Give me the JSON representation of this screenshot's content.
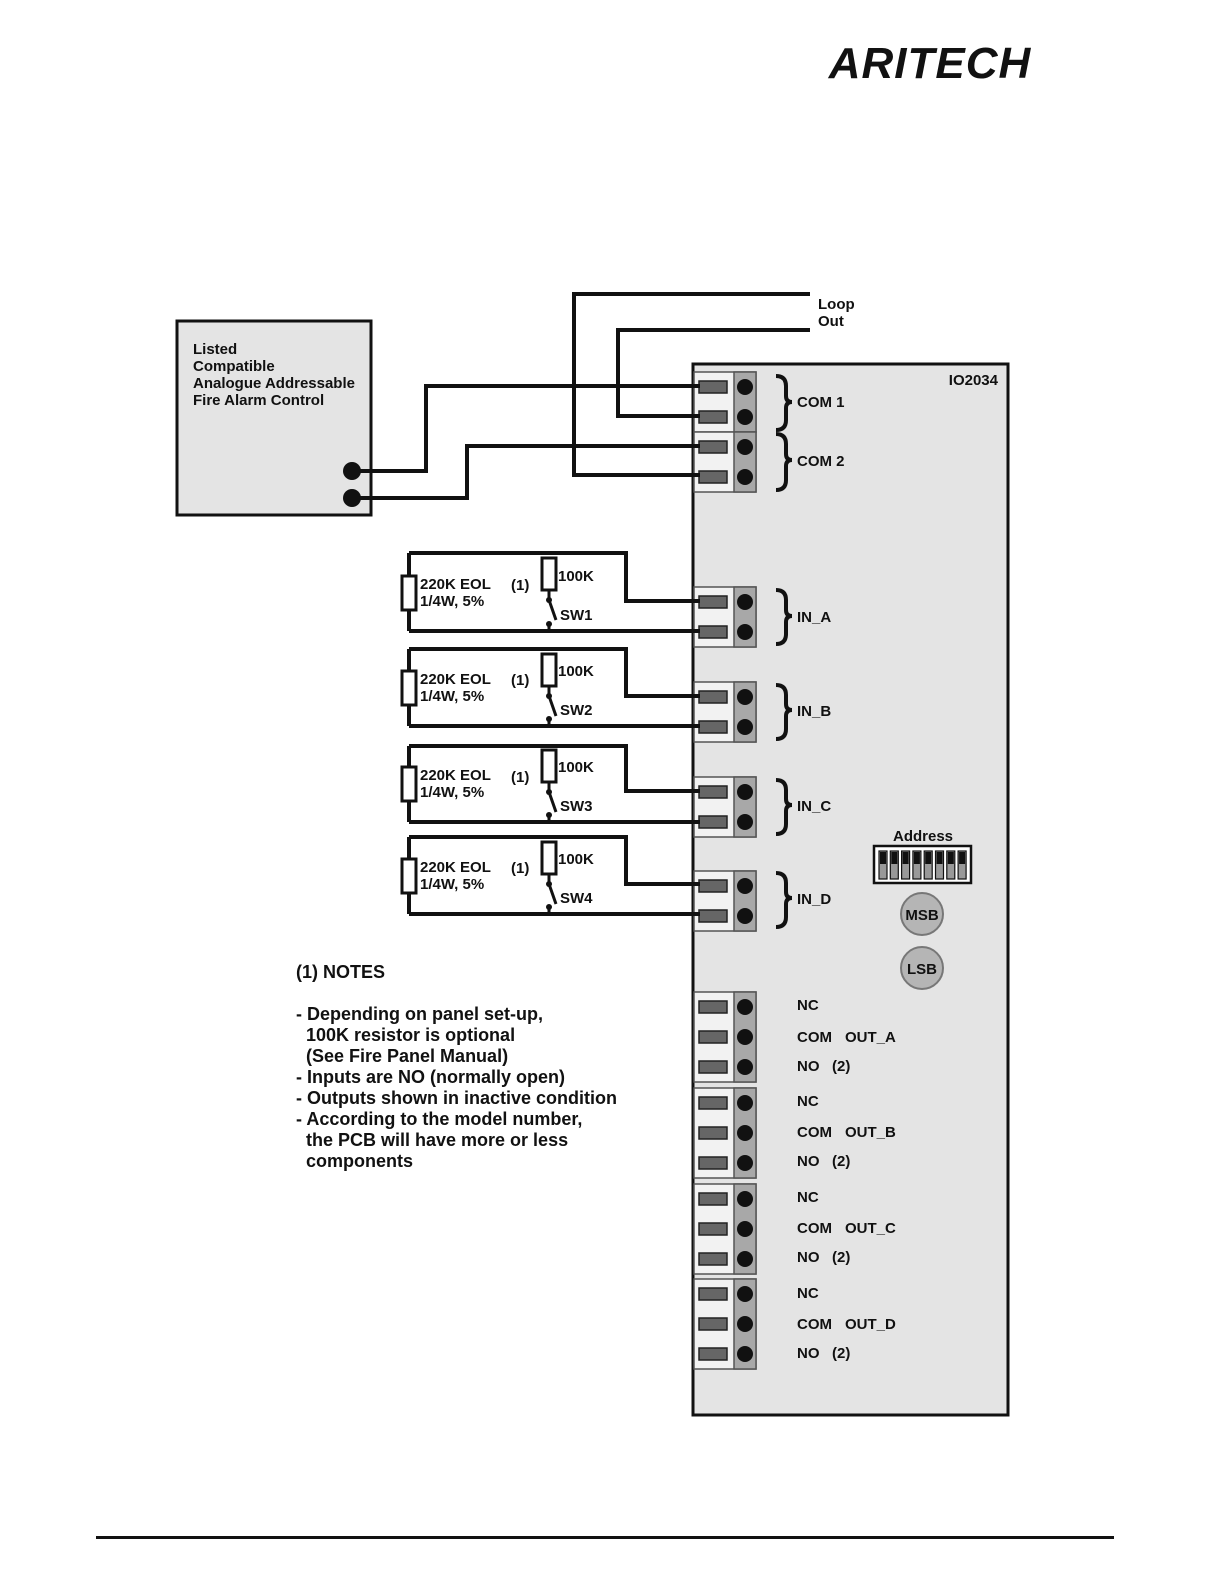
{
  "brand": {
    "logo_text": "ARITECH",
    "logo_color": "#111111"
  },
  "colors": {
    "panel_fill": "#e4e4e4",
    "terminal_fill": "#a8a8a8",
    "terminal_slot": "#666666",
    "dot": "#111111"
  },
  "panel": {
    "label": "Listed Compatible Analogue Addressable Fire Alarm Control",
    "lines": [
      "Listed",
      "Compatible",
      "Analogue Addressable",
      "Fire Alarm Control"
    ]
  },
  "loop": {
    "lines": [
      "Loop",
      "Out"
    ]
  },
  "module": {
    "model": "IO2034",
    "com_groups": [
      "COM 1",
      "COM 2"
    ],
    "inputs": [
      "IN_A",
      "IN_B",
      "IN_C",
      "IN_D"
    ],
    "address": {
      "label": "Address",
      "msb": "MSB",
      "lsb": "LSB"
    },
    "outputs": [
      {
        "name": "OUT_A",
        "nc": "NC",
        "com": "COM",
        "no": "NO",
        "note": "(2)"
      },
      {
        "name": "OUT_B",
        "nc": "NC",
        "com": "COM",
        "no": "NO",
        "note": "(2)"
      },
      {
        "name": "OUT_C",
        "nc": "NC",
        "com": "COM",
        "no": "NO",
        "note": "(2)"
      },
      {
        "name": "OUT_D",
        "nc": "NC",
        "com": "COM",
        "no": "NO",
        "note": "(2)"
      }
    ]
  },
  "input_circuits": [
    {
      "eol_line1": "220K EOL",
      "eol_line2": "1/4W, 5%",
      "note": "(1)",
      "resistor": "100K",
      "switch": "SW1"
    },
    {
      "eol_line1": "220K EOL",
      "eol_line2": "1/4W, 5%",
      "note": "(1)",
      "resistor": "100K",
      "switch": "SW2"
    },
    {
      "eol_line1": "220K EOL",
      "eol_line2": "1/4W, 5%",
      "note": "(1)",
      "resistor": "100K",
      "switch": "SW3"
    },
    {
      "eol_line1": "220K EOL",
      "eol_line2": "1/4W, 5%",
      "note": "(1)",
      "resistor": "100K",
      "switch": "SW4"
    }
  ],
  "notes": {
    "title": "(1)  NOTES",
    "lines": [
      "- Depending on panel set-up,",
      "  100K resistor is optional",
      "  (See Fire Panel Manual)",
      "- Inputs are NO (normally open)",
      "- Outputs shown in inactive condition",
      "- According to the model number,",
      "  the PCB will have more or less",
      "  components"
    ]
  }
}
